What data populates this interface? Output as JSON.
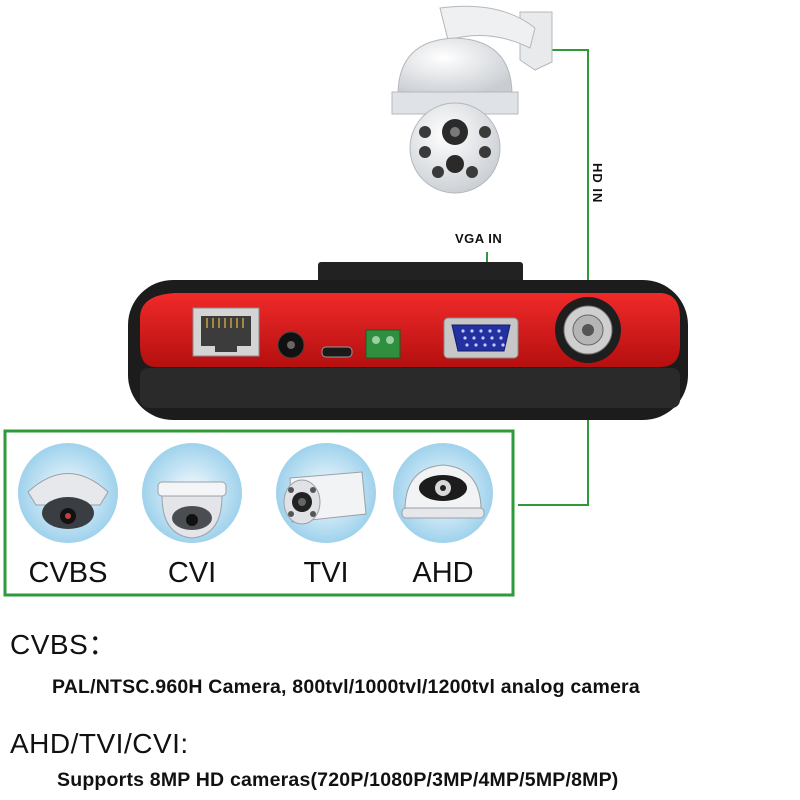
{
  "device": {
    "vga_label": "VGA IN",
    "hd_label": "HD IN"
  },
  "camera_types": [
    {
      "label": "CVBS",
      "icon": "dome-camera-icon"
    },
    {
      "label": "CVI",
      "icon": "dome-camera-white-icon"
    },
    {
      "label": "TVI",
      "icon": "bullet-camera-icon"
    },
    {
      "label": "AHD",
      "icon": "ir-dome-camera-icon"
    }
  ],
  "sections": [
    {
      "title": "CVBS：",
      "text": "PAL/NTSC.960H Camera, 800tvl/1000tvl/1200tvl analog camera"
    },
    {
      "title": "AHD/TVI/CVI:",
      "text": "Supports 8MP HD cameras(720P/1080P/3MP/4MP/5MP/8MP)"
    }
  ],
  "colors": {
    "line": "#2e9a3a",
    "device_red": "#e01818",
    "device_dark": "#1c1c1c",
    "vga_blue": "#2230a0"
  }
}
